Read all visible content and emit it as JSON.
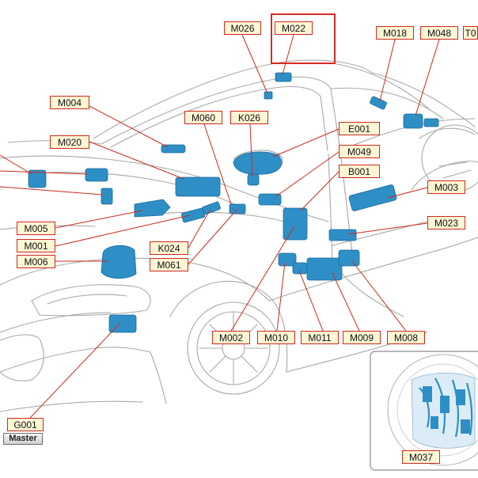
{
  "colors": {
    "leader": "#d0281e",
    "component": "#2e8fc6",
    "outline": "#9a9a9a",
    "label_bg": "#fdf6d5"
  },
  "labels": {
    "M026": "M026",
    "M022": "M022",
    "M018": "M018",
    "M048": "M048",
    "T0": "T0",
    "M004": "M004",
    "M060": "M060",
    "K026": "K026",
    "E001": "E001",
    "M020": "M020",
    "M049": "M049",
    "B001": "B001",
    "M003": "M003",
    "M023": "M023",
    "M005": "M005",
    "M001": "M001",
    "M006": "M006",
    "K024": "K024",
    "M061": "M061",
    "M002": "M002",
    "M010": "M010",
    "M011": "M011",
    "M009": "M009",
    "M008": "M008",
    "G001": "G001",
    "M037": "M037"
  },
  "buttons": {
    "master": "Master"
  }
}
